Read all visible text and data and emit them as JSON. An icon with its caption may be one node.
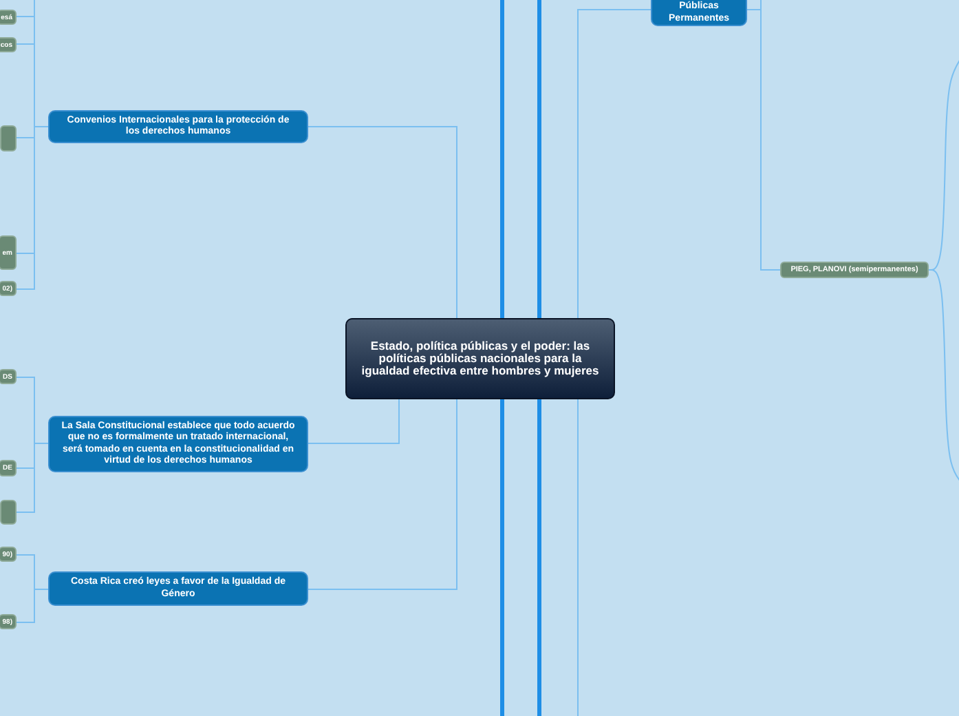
{
  "diagram": {
    "nodes": [
      {
        "text": [
          "Estado, política públicas y el poder: las políticas públicas nacionales para la igualdad efectiva entre hombres y mujeres"
        ]
      },
      {
        "text": [
          "Convenios Internacionales para la protección de los derechos humanos"
        ]
      },
      {
        "text": [
          "esá"
        ]
      },
      {
        "text": [
          "cos"
        ]
      },
      {
        "text": [],
        "shape": "box"
      },
      {
        "text": [
          "em"
        ]
      },
      {
        "text": [
          "02)"
        ]
      },
      {
        "text": [
          "La Sala Constitucional establece que todo acuerdo que no es formalmente un tratado internacional, será tomado en cuenta en la constitucionalidad en virtud de los derechos humanos"
        ]
      },
      {
        "text": [
          "DS"
        ]
      },
      {
        "text": [
          "DE"
        ]
      },
      {
        "text": [],
        "shape": "box"
      },
      {
        "text": [
          "Costa Rica creó leyes a favor de la Igualdad de Género"
        ]
      },
      {
        "text": [
          "90)"
        ]
      },
      {
        "text": [
          "98)"
        ]
      },
      {
        "text": [
          "Política Públicas Permanentes"
        ]
      },
      {
        "text": [
          "PIEG, PLANOVI (semipermanentes)"
        ]
      }
    ],
    "edges": [
      {
        "from": 0,
        "to": 1,
        "arrow": "none"
      },
      {
        "from": 0,
        "to": 7,
        "arrow": "none"
      },
      {
        "from": 0,
        "to": 11,
        "arrow": "none"
      },
      {
        "from": 0,
        "to": 14,
        "arrow": "none"
      },
      {
        "from": 0,
        "to": null,
        "arrow": "none",
        "style": "thick",
        "color": "#1e8ee6"
      },
      {
        "from": 0,
        "to": null,
        "arrow": "none",
        "style": "thick",
        "color": "#1e8ee6"
      },
      {
        "from": 0,
        "to": null,
        "arrow": "none",
        "style": "thick",
        "color": "#1e8ee6"
      },
      {
        "from": 0,
        "to": null,
        "arrow": "none",
        "style": "thick",
        "color": "#1e8ee6"
      },
      {
        "from": 0,
        "to": null,
        "arrow": "none"
      },
      {
        "from": 1,
        "to": null,
        "arrow": "none"
      },
      {
        "from": 1,
        "to": 2,
        "arrow": "none"
      },
      {
        "from": 1,
        "to": 3,
        "arrow": "none"
      },
      {
        "from": 1,
        "to": 4,
        "arrow": "none"
      },
      {
        "from": 1,
        "to": 5,
        "arrow": "none"
      },
      {
        "from": 1,
        "to": 6,
        "arrow": "none"
      },
      {
        "from": 7,
        "to": 8,
        "arrow": "none"
      },
      {
        "from": 7,
        "to": 9,
        "arrow": "none"
      },
      {
        "from": 7,
        "to": 10,
        "arrow": "none"
      },
      {
        "from": 11,
        "to": 12,
        "arrow": "none"
      },
      {
        "from": 11,
        "to": 13,
        "arrow": "none"
      },
      {
        "from": 14,
        "to": null,
        "arrow": "none"
      },
      {
        "from": 14,
        "to": 15,
        "arrow": "none"
      },
      {
        "from": 15,
        "to": null,
        "arrow": "none"
      },
      {
        "from": 15,
        "to": null,
        "arrow": "none"
      }
    ]
  }
}
